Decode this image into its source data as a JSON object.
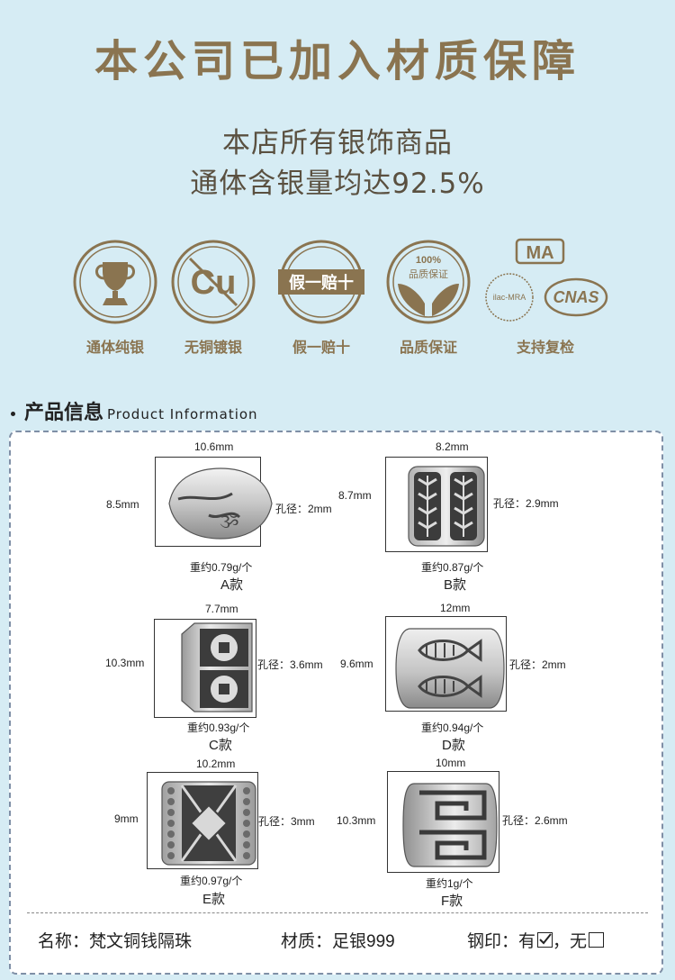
{
  "header": {
    "title": "本公司已加入材质保障",
    "subtitle_line1": "本店所有银饰商品",
    "subtitle_line2": "通体含银量均达92.5%"
  },
  "badges": [
    {
      "label": "通体纯银",
      "icon": "trophy-icon"
    },
    {
      "label": "无铜镀银",
      "icon": "no-copper-icon",
      "glyph": "Cu"
    },
    {
      "label": "假一赔十",
      "icon": "fake-compensation-icon",
      "glyph": "假一赔十"
    },
    {
      "label": "品质保证",
      "icon": "quality-guarantee-icon",
      "glyph_top": "100%",
      "glyph_bottom": "品质保证"
    },
    {
      "label": "支持复检",
      "icon": "certification-icons",
      "marks": [
        "MA",
        "ilac-MRA",
        "CNAS"
      ]
    }
  ],
  "section": {
    "title_cn": "产品信息",
    "title_en": "Product Information"
  },
  "products": [
    {
      "name": "A款",
      "width": "10.6mm",
      "height": "8.5mm",
      "hole": "孔径：2mm",
      "weight": "重约0.79g/个"
    },
    {
      "name": "B款",
      "width": "8.2mm",
      "height": "8.7mm",
      "hole": "孔径：2.9mm",
      "weight": "重约0.87g/个"
    },
    {
      "name": "C款",
      "width": "7.7mm",
      "height": "10.3mm",
      "hole": "孔径：3.6mm",
      "weight": "重约0.93g/个"
    },
    {
      "name": "D款",
      "width": "12mm",
      "height": "9.6mm",
      "hole": "孔径：2mm",
      "weight": "重约0.94g/个"
    },
    {
      "name": "E款",
      "width": "10.2mm",
      "height": "9mm",
      "hole": "孔径：3mm",
      "weight": "重约0.97g/个"
    },
    {
      "name": "F款",
      "width": "10mm",
      "height": "10.3mm",
      "hole": "孔径：2.6mm",
      "weight": "重约1g/个"
    }
  ],
  "footer": {
    "name": "名称：梵文铜钱隔珠",
    "material": "材质：足银999",
    "stamp_label": "钢印：",
    "stamp_yes": "有",
    "stamp_sep": "，",
    "stamp_no": "无"
  },
  "colors": {
    "background": "#d6ecf4",
    "gold": "#8a7450",
    "dark_gold": "#7a6440"
  }
}
